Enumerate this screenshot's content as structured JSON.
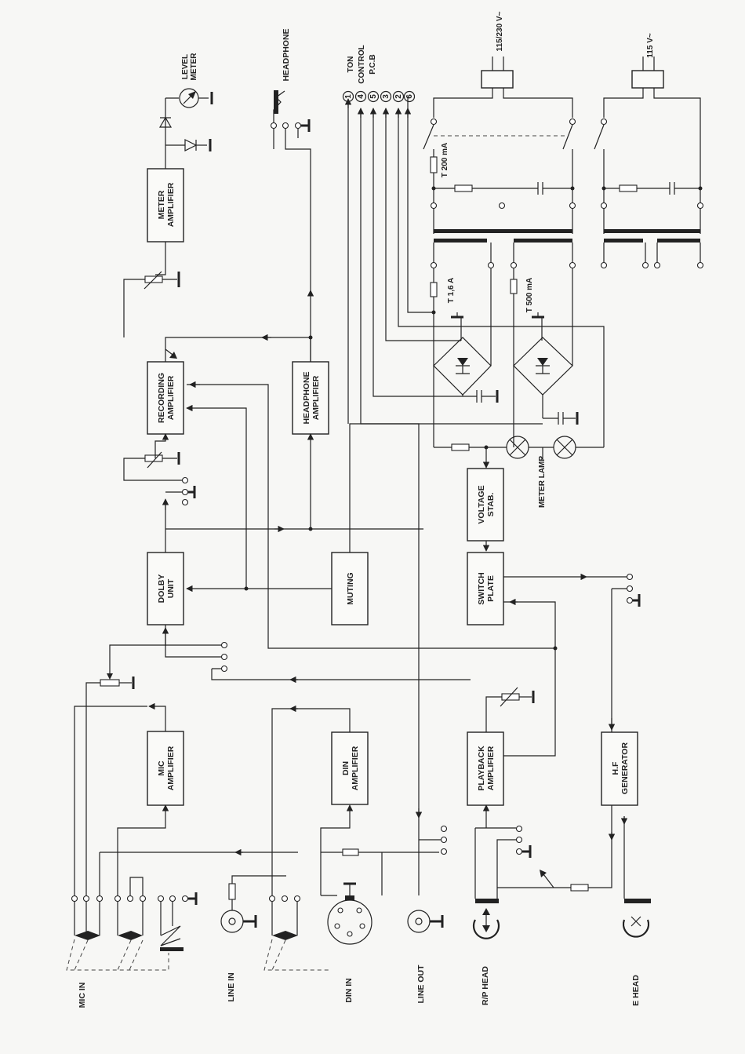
{
  "blocks": {
    "mic_amplifier": [
      "MIC",
      "AMPLIFIER"
    ],
    "dolby_unit": [
      "DOLBY",
      "UNIT"
    ],
    "recording_amplifier": [
      "RECORDING",
      "AMPLIFIER"
    ],
    "meter_amplifier": [
      "METER",
      "AMPLIFIER"
    ],
    "din_amplifier": [
      "DIN",
      "AMPLIFIER"
    ],
    "muting": [
      "MUTING"
    ],
    "headphone_amplifier": [
      "HEADPHONE",
      "AMPLIFIER"
    ],
    "playback_amplifier": [
      "PLAYBACK",
      "AMPLIFIER"
    ],
    "switch_plate": [
      "SWITCH",
      "PLATE"
    ],
    "voltage_stab": [
      "VOLTAGE",
      "STAB."
    ],
    "hf_generator": [
      "H.F",
      "GENERATOR"
    ]
  },
  "labels": {
    "mic_in": "MIC IN",
    "line_in": "LINE IN",
    "din_in": "DIN IN",
    "line_out": "LINE OUT",
    "rp_head": "R/P HEAD",
    "e_head": "E HEAD",
    "headphone": "HEADPHONE",
    "level_meter": [
      "LEVEL",
      "METER"
    ],
    "ton_control": [
      "TON",
      "CONTROL",
      "P.C.B"
    ],
    "meter_lamp": "METER LAMP",
    "mains_1": "115/230 V~",
    "mains_2": "115 V~",
    "fuse_t200": "T 200 mA",
    "fuse_t16": "T 1,6 A",
    "fuse_t500": "T 500 mA"
  },
  "connector_numbers": [
    "1",
    "4",
    "5",
    "3",
    "2",
    "6"
  ]
}
